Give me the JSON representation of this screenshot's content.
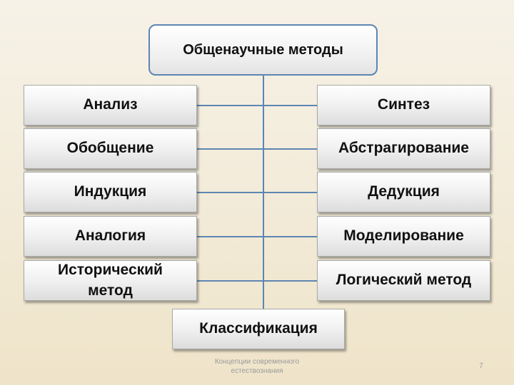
{
  "diagram": {
    "title": "Общенаучные методы",
    "left": [
      "Анализ",
      "Обобщение",
      "Индукция",
      "Аналогия",
      "Исторический метод"
    ],
    "right": [
      "Синтез",
      "Абстрагирование",
      "Дедукция",
      "Моделирование",
      "Логический метод"
    ],
    "bottom": "Классификация"
  },
  "footer": {
    "caption": "Концепции современного естествознания",
    "page_number": "7"
  },
  "colors": {
    "connector": "#5d85b3",
    "box_border": "#a9a9a9"
  }
}
